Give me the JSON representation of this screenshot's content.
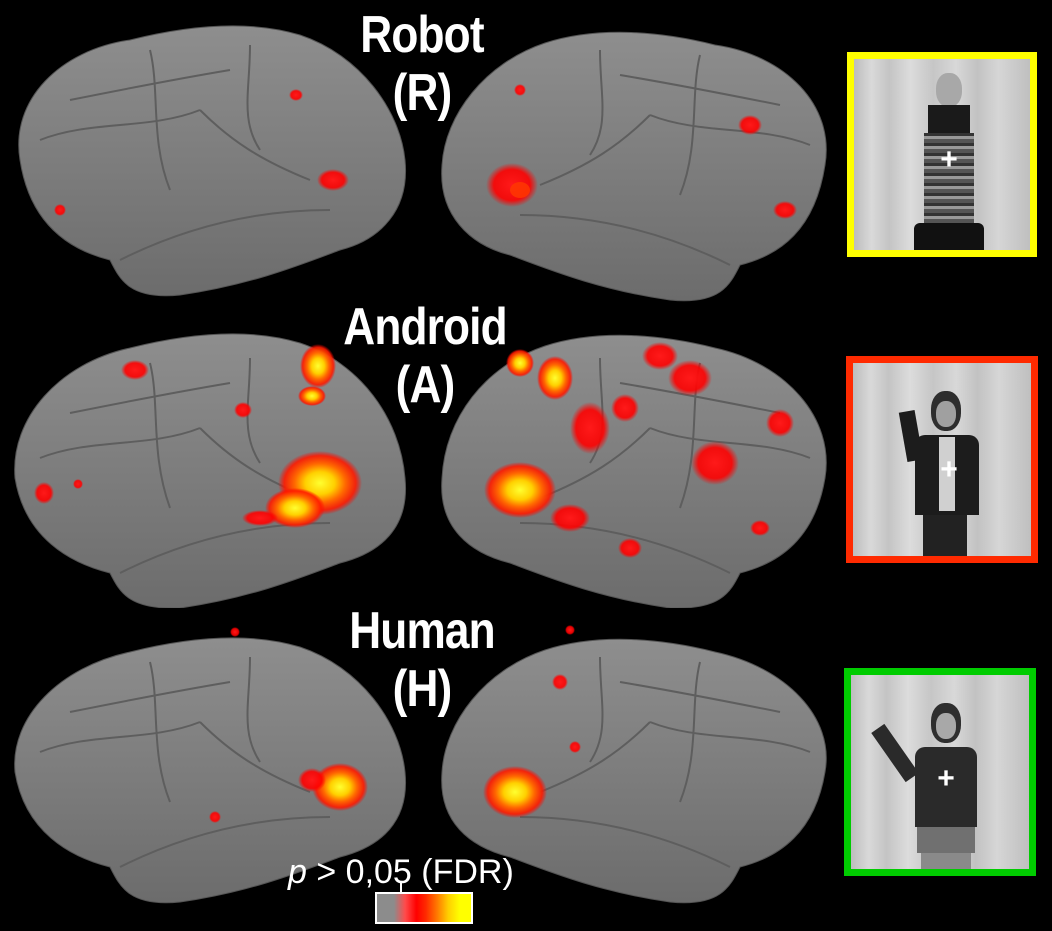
{
  "figure": {
    "rows": [
      {
        "condition": "Robot",
        "abbr": "(R)",
        "frame_color": "#ffff00",
        "stimulus": "robot-waving-photo"
      },
      {
        "condition": "Android",
        "abbr": "(A)",
        "frame_color": "#ff2a00",
        "stimulus": "android-waving-photo"
      },
      {
        "condition": "Human",
        "abbr": "(H)",
        "frame_color": "#00cc00",
        "stimulus": "human-waving-photo"
      }
    ],
    "fixation_cross": "+",
    "legend": {
      "p_symbol": "p",
      "threshold_text": " > 0,05 (FDR)",
      "colormap": [
        "#8c8c8c",
        "#ff4b4b",
        "#ff0000",
        "#ff7a00",
        "#ffff00"
      ]
    }
  }
}
